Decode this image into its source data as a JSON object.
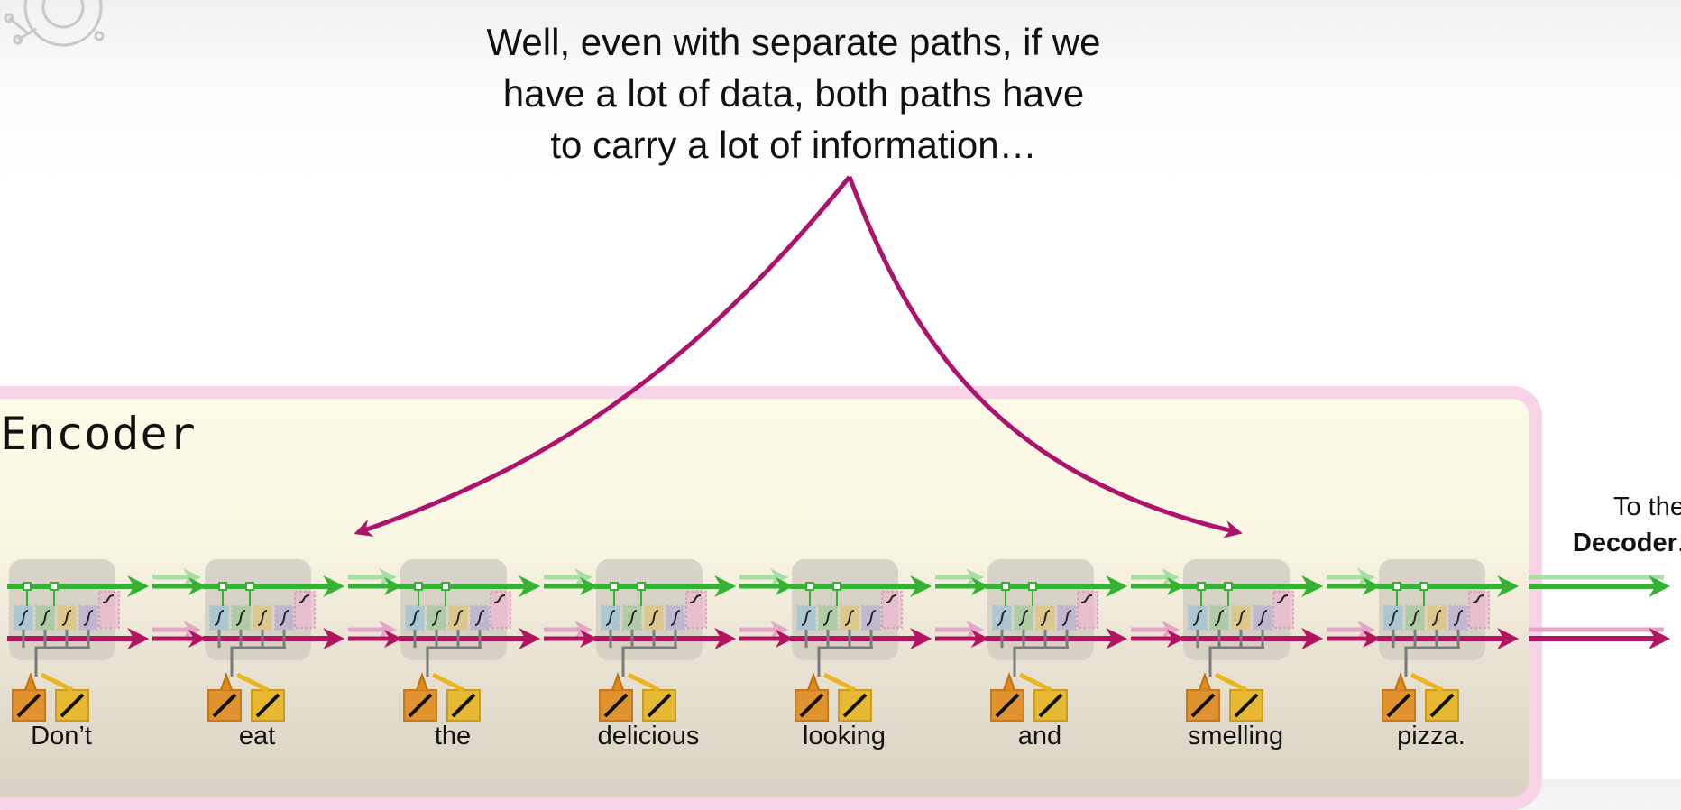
{
  "caption": {
    "line1": "Well, even with separate paths, if we",
    "line2": "have a lot of data, both paths have",
    "line3": "to carry a lot of information…"
  },
  "encoder": {
    "title": "Encoder"
  },
  "decoder": {
    "prefix": "To the",
    "name": "Decoder",
    "suffix": "."
  },
  "words": [
    "Don’t",
    "eat",
    "the",
    "delicious",
    "looking",
    "and",
    "smelling",
    "pizza."
  ],
  "colors": {
    "green_path": "#35b233",
    "magenta_path": "#b3135f",
    "highlight_arrow": "#ad136c",
    "encoder_fill": "#fbf8e4",
    "encoder_border": "#f7d3e7",
    "input_orange": "#e08a1e",
    "input_gold": "#e8b622",
    "gate_blue": "#5ab4e6",
    "gate_purple": "#9a86e0",
    "gate_pink": "#f0b3d4"
  },
  "icons": [
    "logo-icon",
    "linear-layer-icon",
    "lstm-unit-icon",
    "curved-arrow-icon"
  ]
}
